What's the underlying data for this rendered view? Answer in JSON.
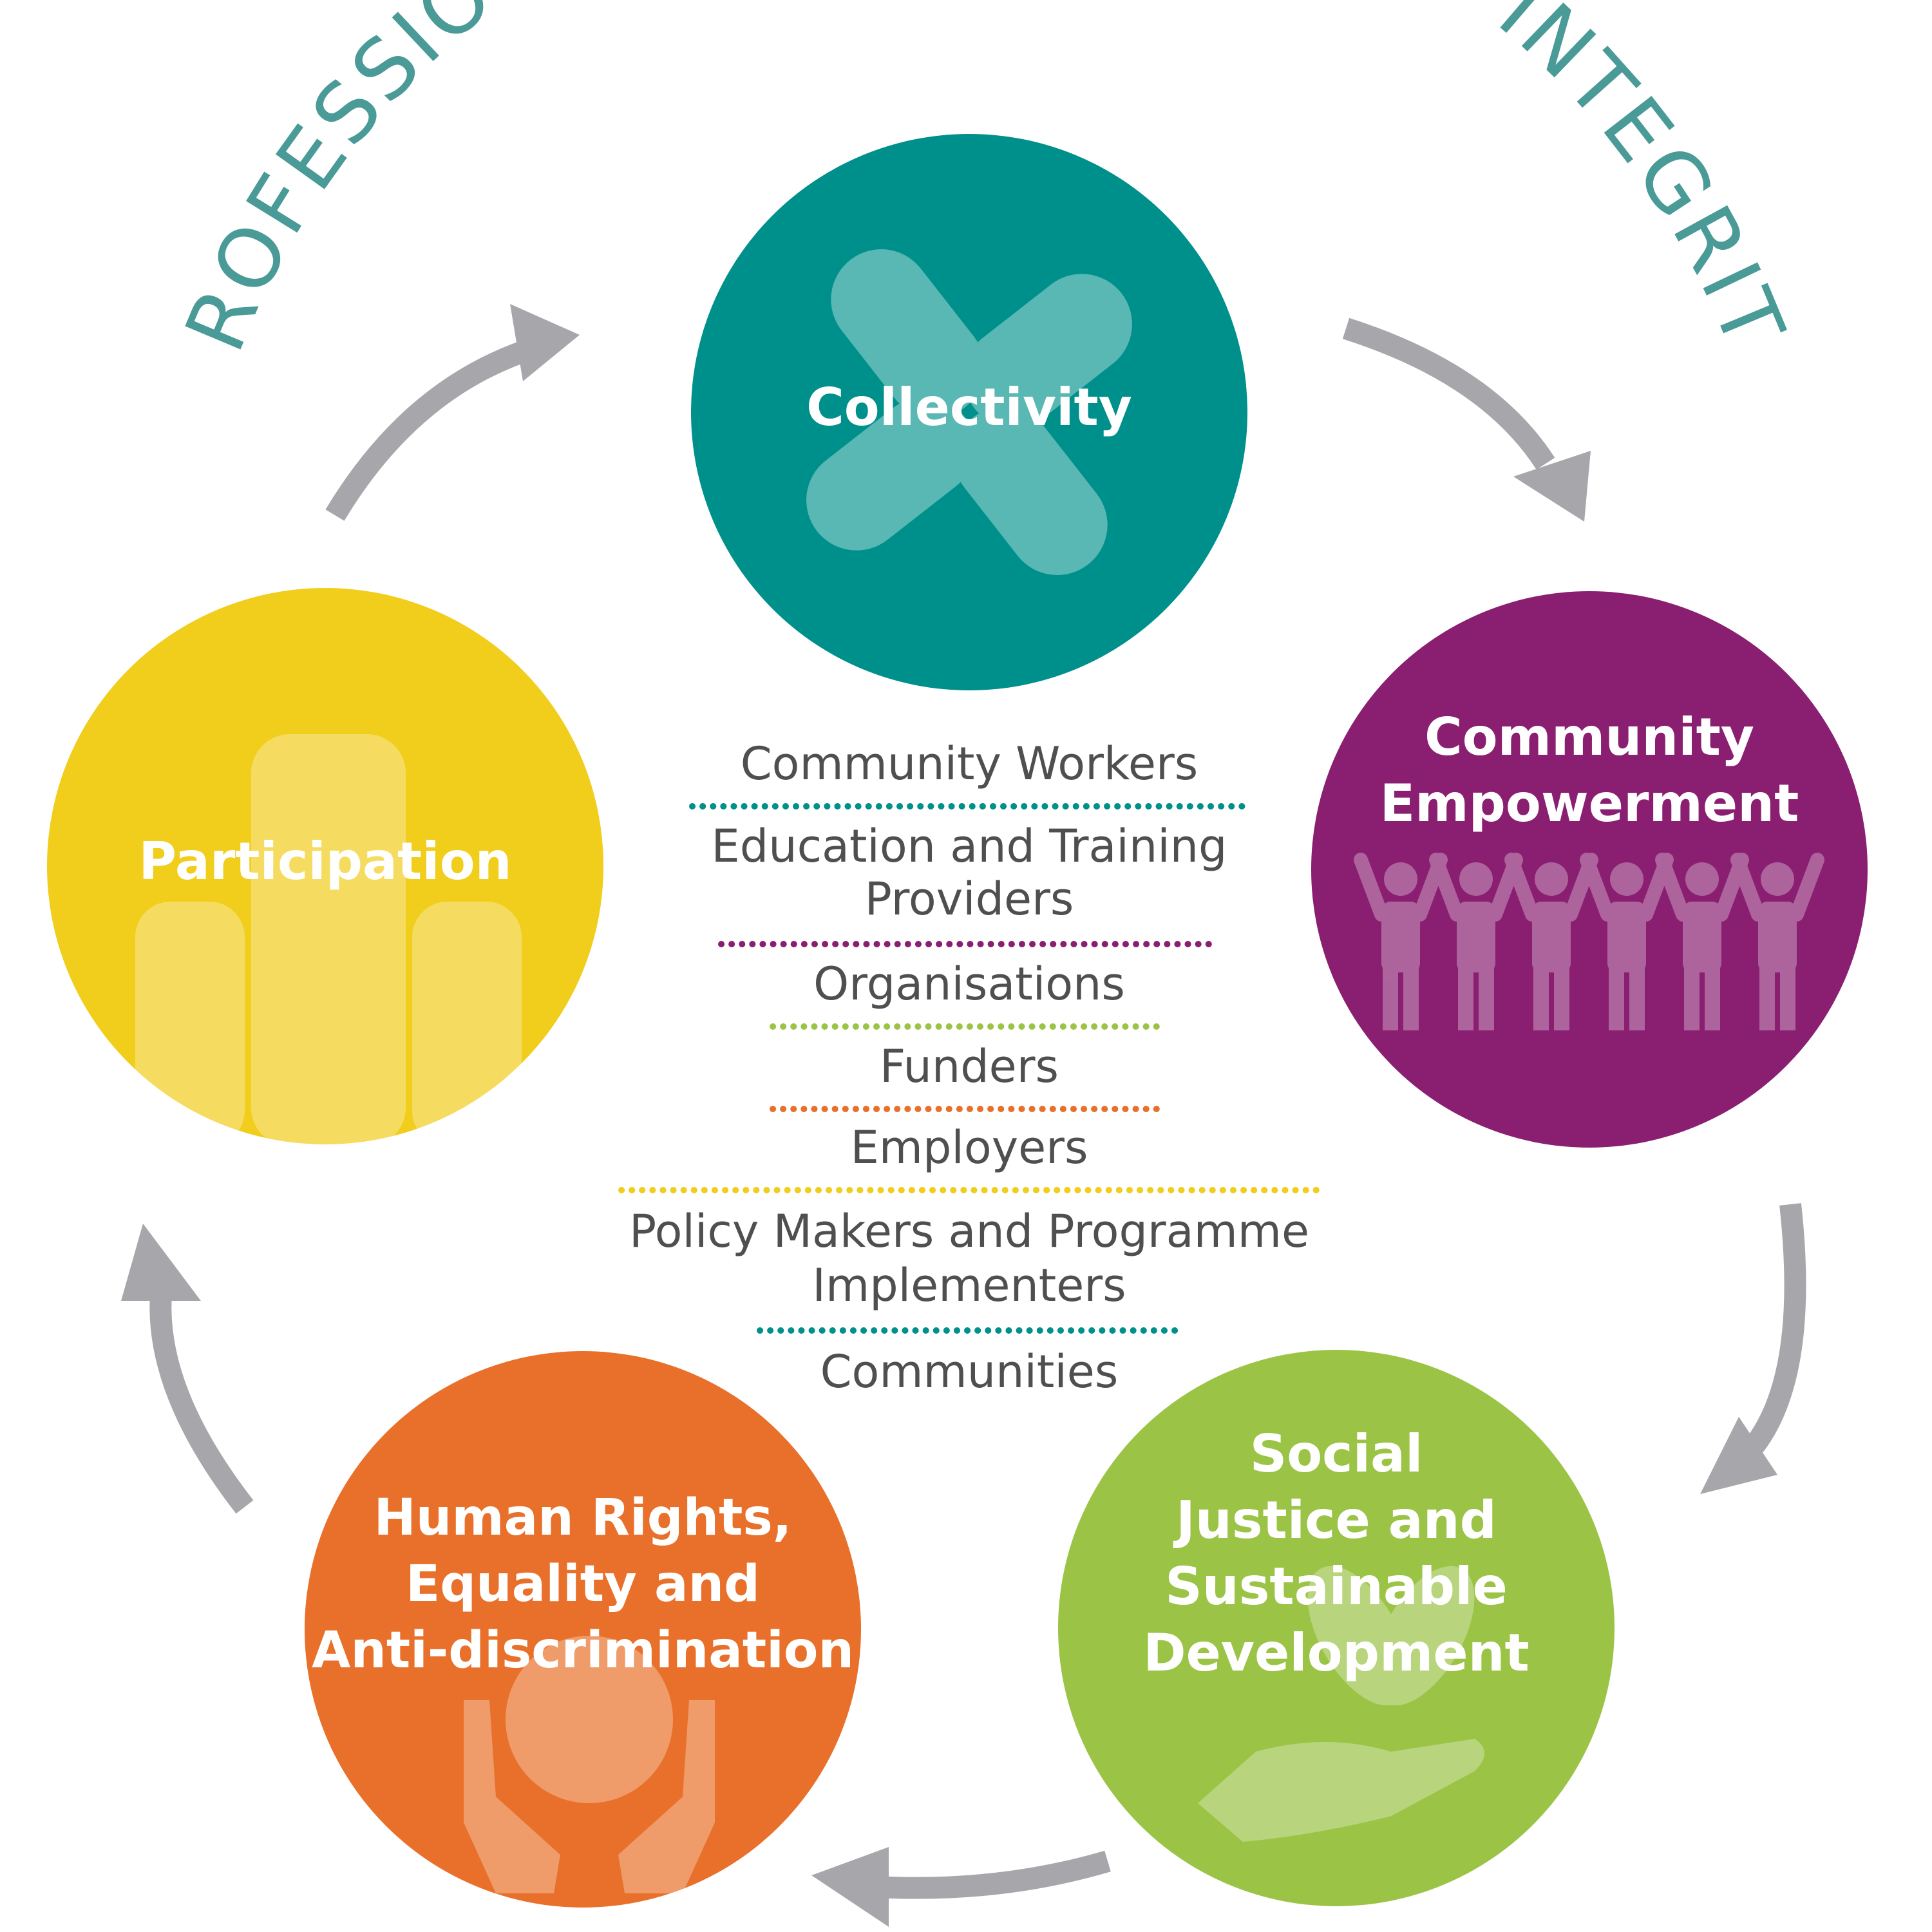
{
  "title": "PROFESSIONAL COMMITMENT AND INTEGRITY",
  "principles": [
    {
      "label_lines": [
        "Collectivity"
      ],
      "color": "#00908c",
      "icon": "joined-hands-icon"
    },
    {
      "label_lines": [
        "Community",
        "Empowerment"
      ],
      "color": "#8a1f71",
      "icon": "people-raising-hands-icon"
    },
    {
      "label_lines": [
        "Social",
        "Justice and",
        "Sustainable",
        "Development"
      ],
      "color": "#9bc446",
      "icon": "hand-holding-leaves-icon"
    },
    {
      "label_lines": [
        "Human Rights,",
        "Equality and",
        "Anti-discrimination"
      ],
      "color": "#e8702a",
      "icon": "hands-holding-globe-icon"
    },
    {
      "label_lines": [
        "Participation"
      ],
      "color": "#f1cd1c",
      "icon": "raised-hands-icon"
    }
  ],
  "stakeholders": [
    {
      "lines": [
        "Community Workers"
      ],
      "divider_color": "#00908c"
    },
    {
      "lines": [
        "Education and Training",
        "Providers"
      ],
      "divider_color": "#8a1f71"
    },
    {
      "lines": [
        "Organisations"
      ],
      "divider_color": "#9bc446"
    },
    {
      "lines": [
        "Funders"
      ],
      "divider_color": "#e8702a"
    },
    {
      "lines": [
        "Employers"
      ],
      "divider_color": "#f1cd1c"
    },
    {
      "lines": [
        "Policy Makers and Programme",
        "Implementers"
      ],
      "divider_color": "#00908c"
    },
    {
      "lines": [
        "Communities"
      ],
      "divider_color": null
    }
  ],
  "arrow_color": "#a7a7ab"
}
